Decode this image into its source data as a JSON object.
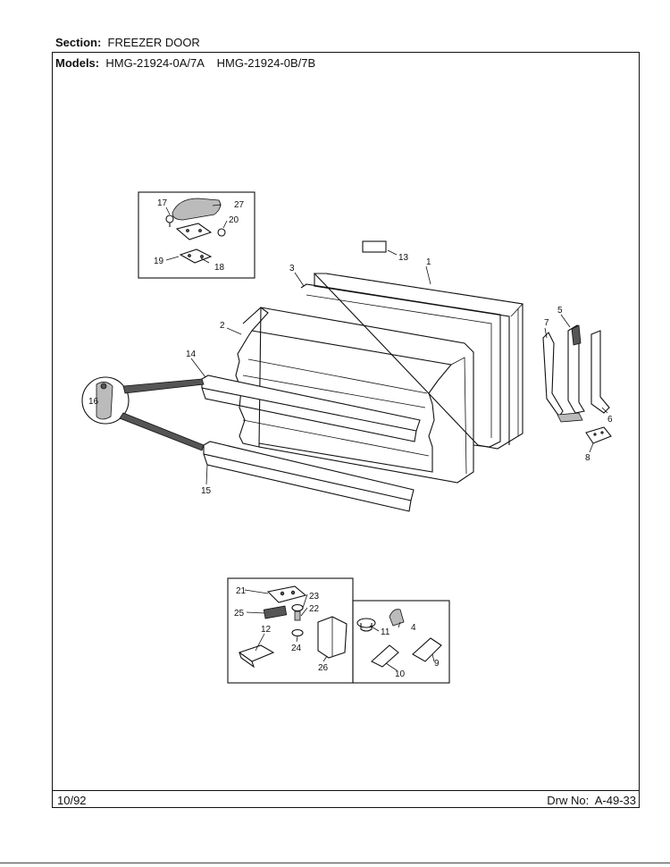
{
  "header": {
    "section_label": "Section:",
    "section_value": "FREEZER DOOR",
    "models_label": "Models:",
    "models_value": "HMG-21924-0A/7A    HMG-21924-0B/7B"
  },
  "footer": {
    "date": "10/92",
    "drawing_number": "Drw No:  A-49-33"
  },
  "parts": [
    {
      "id": "p1",
      "label": "1"
    },
    {
      "id": "p2",
      "label": "2"
    },
    {
      "id": "p3",
      "label": "3"
    },
    {
      "id": "p4",
      "label": "4"
    },
    {
      "id": "p5",
      "label": "5"
    },
    {
      "id": "p6",
      "label": "6"
    },
    {
      "id": "p7",
      "label": "7"
    },
    {
      "id": "p8",
      "label": "8"
    },
    {
      "id": "p9",
      "label": "9"
    },
    {
      "id": "p10",
      "label": "10"
    },
    {
      "id": "p11",
      "label": "11"
    },
    {
      "id": "p12",
      "label": "12"
    },
    {
      "id": "p13",
      "label": "13"
    },
    {
      "id": "p14",
      "label": "14"
    },
    {
      "id": "p15",
      "label": "15"
    },
    {
      "id": "p16",
      "label": "16"
    },
    {
      "id": "p17",
      "label": "17"
    },
    {
      "id": "p18",
      "label": "18"
    },
    {
      "id": "p19",
      "label": "19"
    },
    {
      "id": "p20",
      "label": "20"
    },
    {
      "id": "p21",
      "label": "21"
    },
    {
      "id": "p22",
      "label": "22"
    },
    {
      "id": "p23",
      "label": "23"
    },
    {
      "id": "p24",
      "label": "24"
    },
    {
      "id": "p25",
      "label": "25"
    },
    {
      "id": "p26",
      "label": "26"
    },
    {
      "id": "p27",
      "label": "27"
    }
  ]
}
